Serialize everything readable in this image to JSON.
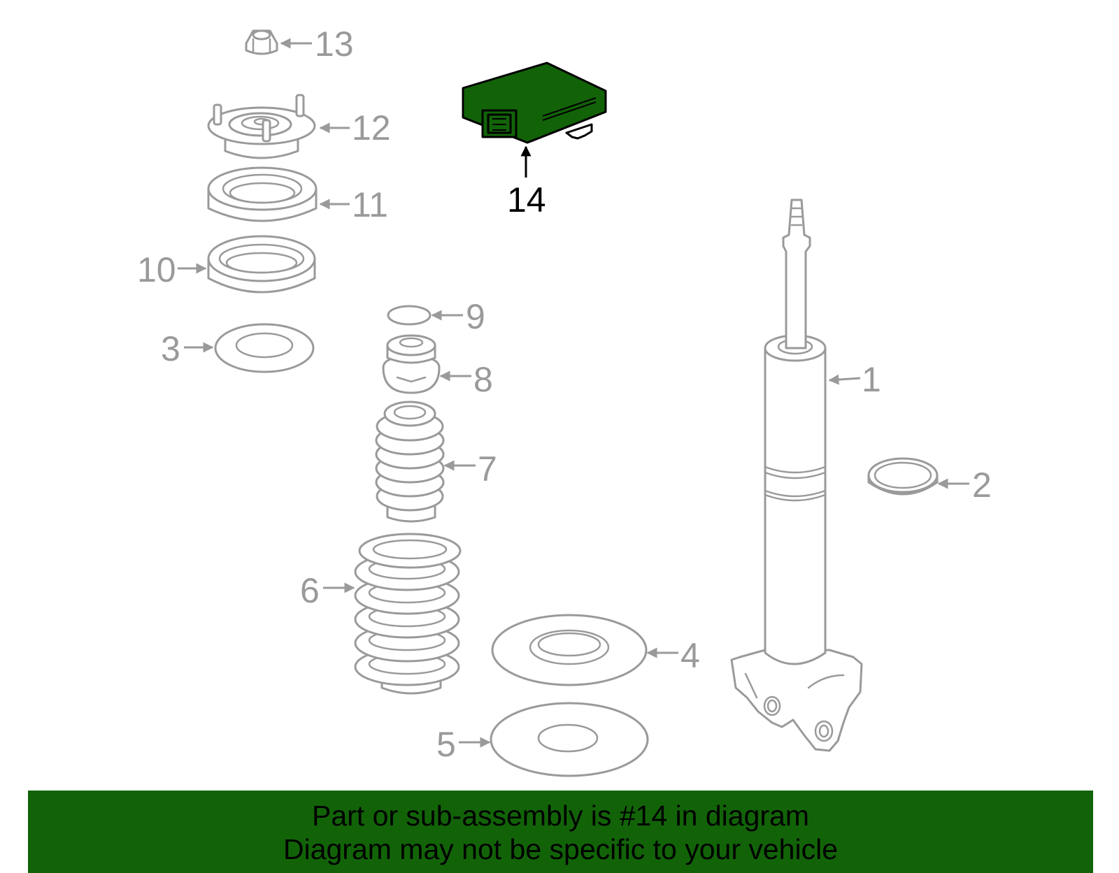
{
  "diagram": {
    "highlight_color": "#126308",
    "part_stroke_color": "#9a9a9a",
    "highlighted_callout": "14",
    "callouts": [
      "1",
      "2",
      "3",
      "4",
      "5",
      "6",
      "7",
      "8",
      "9",
      "10",
      "11",
      "12",
      "13",
      "14"
    ]
  },
  "banner": {
    "background": "#126308",
    "line1": "Part or sub-assembly is #14 in diagram",
    "line2": "Diagram may not be specific to your vehicle"
  }
}
